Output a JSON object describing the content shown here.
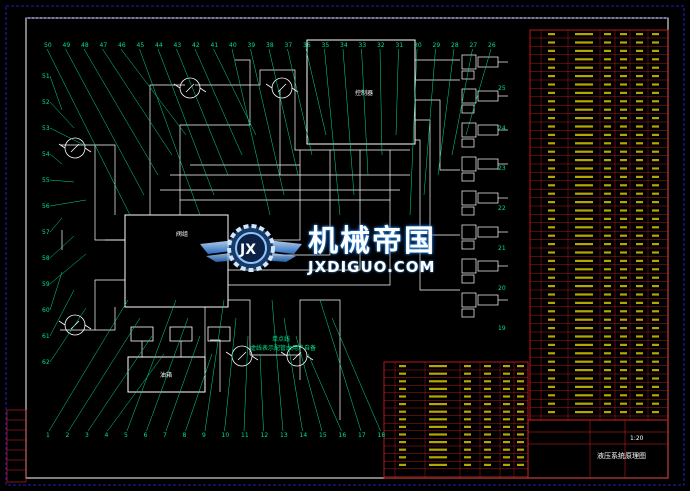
{
  "drawing": {
    "background": "#000000",
    "frame_color": "#ffffff",
    "line_color": "#ffffff",
    "label_color": "#00e08a",
    "table_grid_color": "#e02020",
    "table_text_color": "#f0e000"
  },
  "labels": {
    "main_block": "阀组",
    "plc_block": "控制器",
    "bottom_block": "油箱",
    "note_line1": "单点线",
    "note_line2": "虚线表示配管由用户自备"
  },
  "top_numbers": [
    "50",
    "49",
    "48",
    "47",
    "46",
    "45",
    "44",
    "43",
    "42",
    "41",
    "40",
    "39",
    "38",
    "37",
    "36",
    "35",
    "34",
    "33",
    "32",
    "31",
    "30",
    "29",
    "28",
    "27",
    "26"
  ],
  "left_numbers": [
    "51",
    "52",
    "53",
    "54",
    "55",
    "56",
    "57",
    "58",
    "59",
    "60",
    "61",
    "62"
  ],
  "right_numbers": [
    "25",
    "24",
    "23",
    "22",
    "21",
    "20",
    "19"
  ],
  "bottom_numbers": [
    "1",
    "2",
    "3",
    "4",
    "5",
    "6",
    "7",
    "8",
    "9",
    "10",
    "11",
    "12",
    "13",
    "14",
    "15",
    "16",
    "17",
    "18"
  ],
  "title_block": {
    "title": "液压系统原理图",
    "scale": "1:20"
  },
  "watermark": {
    "cn": "机械帝国",
    "en": "JXDIGUO.COM",
    "logo_letters": "JX"
  }
}
